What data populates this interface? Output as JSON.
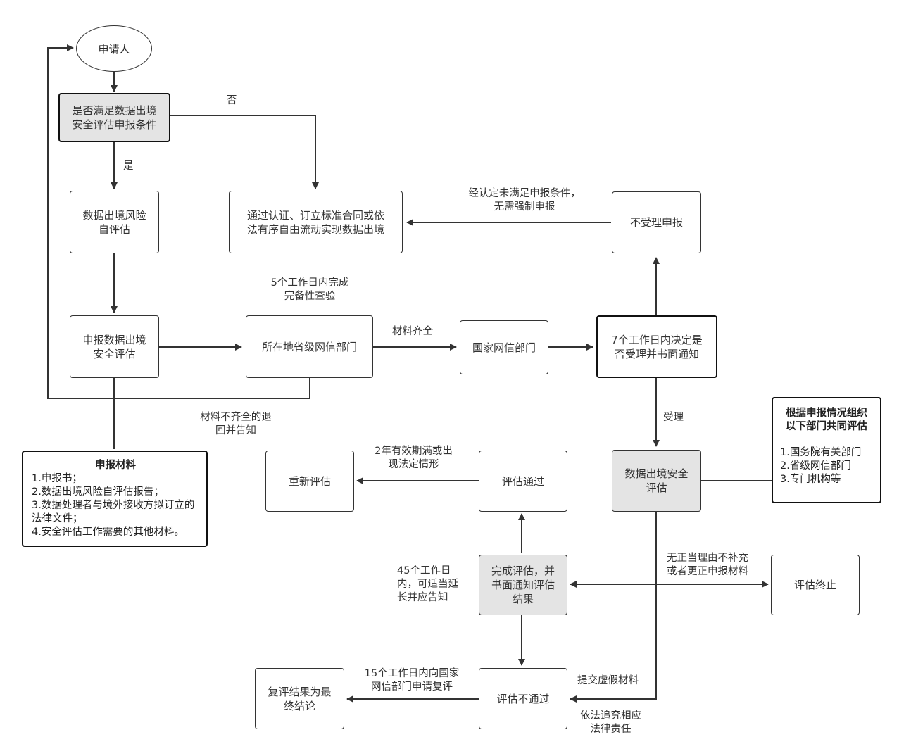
{
  "nodes": {
    "applicant": "申请人",
    "decision": "是否满足数据出境\n安全评估申报条件",
    "self_assess": "数据出境风险\n自评估",
    "alt_path": "通过认证、订立标准合同或依\n法有序自由流动实现数据出境",
    "declare": "申报数据出境\n安全评估",
    "provincial": "所在地省级网信部门",
    "national": "国家网信部门",
    "accept_decide": "7个工作日内决定是\n否受理并书面通知",
    "reject": "不受理申报",
    "security_assess": "数据出境安全\n评估",
    "reassess": "重新评估",
    "pass": "评估通过",
    "complete": "完成评估，并\n书面通知评估\n结果",
    "terminate": "评估终止",
    "final_review": "复评结果为最\n终结论",
    "fail": "评估不通过"
  },
  "labels": {
    "no": "否",
    "yes": "是",
    "not_required": "经认定未满足申报条件，\n无需强制申报",
    "five_days": "5个工作日内完成\n完备性查验",
    "materials_complete": "材料齐全",
    "materials_incomplete": "材料不齐全的退\n回并告知",
    "accepted": "受理",
    "two_year": "2年有效期满或出\n现法定情形",
    "forty_five": "45个工作日\n内，可适当延\n长并应告知",
    "no_supplement": "无正当理由不补充\n或者更正申报材料",
    "false_material": "提交虚假材料",
    "legal_liability": "依法追究相应\n法律责任",
    "fifteen_days": "15个工作日内向国家\n网信部门申请复评"
  },
  "materials_box": {
    "title": "申报材料",
    "items": [
      "1.申报书；",
      "2.数据出境风险自评估报告；",
      "3.数据处理者与境外接收方拟订立的法律文件；",
      "4.安全评估工作需要的其他材料。"
    ]
  },
  "joint_box": {
    "title": "根据申报情况组织\n以下部门共同评估",
    "items": [
      "1.国务院有关部门",
      "2.省级网信部门",
      "3.专门机构等"
    ]
  },
  "colors": {
    "line": "#333333",
    "gray_fill": "#e4e4e4"
  }
}
